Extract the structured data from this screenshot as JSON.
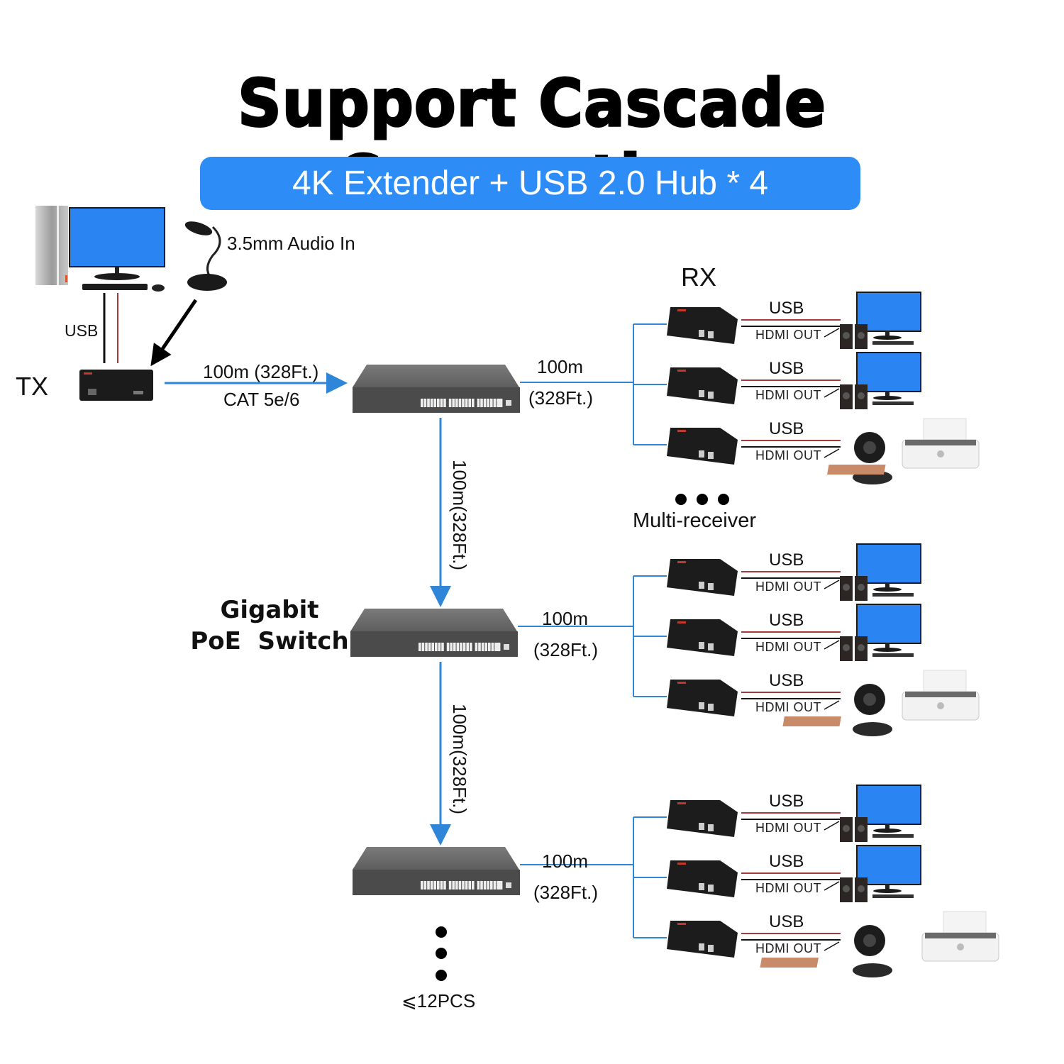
{
  "title": "Support Cascade Connection",
  "banner": "4K Extender + USB 2.0 Hub * 4",
  "colors": {
    "accent_blue": "#2e8cf6",
    "link_blue": "#2f86d8",
    "cable_red": "#a33a3a",
    "cable_black": "#111111",
    "screen_blue": "#2a84f2"
  },
  "source": {
    "audio_label": "3.5mm Audio In",
    "usb_label": "USB",
    "tx_label": "TX",
    "link_distance": "100m (328Ft.)",
    "link_cable": "CAT 5e/6"
  },
  "switch_label": {
    "line1": "Gigabit",
    "line2": "PoE  Switch"
  },
  "rx_label": "RX",
  "multi_receiver_label": "Multi-receiver",
  "cascade_limit": "⩽12PCS",
  "switches": [
    {
      "name": "switch-1",
      "rx_distance": "100m",
      "rx_distance_ft": "(328Ft.)",
      "down_link": "100m(328Ft.)"
    },
    {
      "name": "switch-2",
      "rx_distance": "100m",
      "rx_distance_ft": "(328Ft.)",
      "down_link": "100m(328Ft.)"
    },
    {
      "name": "switch-3",
      "rx_distance": "100m",
      "rx_distance_ft": "(328Ft.)",
      "down_link": null
    }
  ],
  "receiver_groups": [
    {
      "receivers": [
        {
          "usb": "USB",
          "hdmi": "HDMI OUT",
          "device": "monitor-speakers"
        },
        {
          "usb": "USB",
          "hdmi": "HDMI OUT",
          "device": "monitor-speakers"
        },
        {
          "usb": "USB",
          "hdmi": "HDMI OUT",
          "device": "webcam-printer"
        }
      ]
    },
    {
      "receivers": [
        {
          "usb": "USB",
          "hdmi": "HDMI OUT",
          "device": "monitor-speakers"
        },
        {
          "usb": "USB",
          "hdmi": "HDMI OUT",
          "device": "monitor-speakers"
        },
        {
          "usb": "USB",
          "hdmi": "HDMI OUT",
          "device": "webcam-printer"
        }
      ]
    },
    {
      "receivers": [
        {
          "usb": "USB",
          "hdmi": "HDMI OUT",
          "device": "monitor-speakers"
        },
        {
          "usb": "USB",
          "hdmi": "HDMI OUT",
          "device": "monitor-speakers"
        },
        {
          "usb": "USB",
          "hdmi": "HDMI OUT",
          "device": "webcam-printer"
        }
      ]
    }
  ]
}
